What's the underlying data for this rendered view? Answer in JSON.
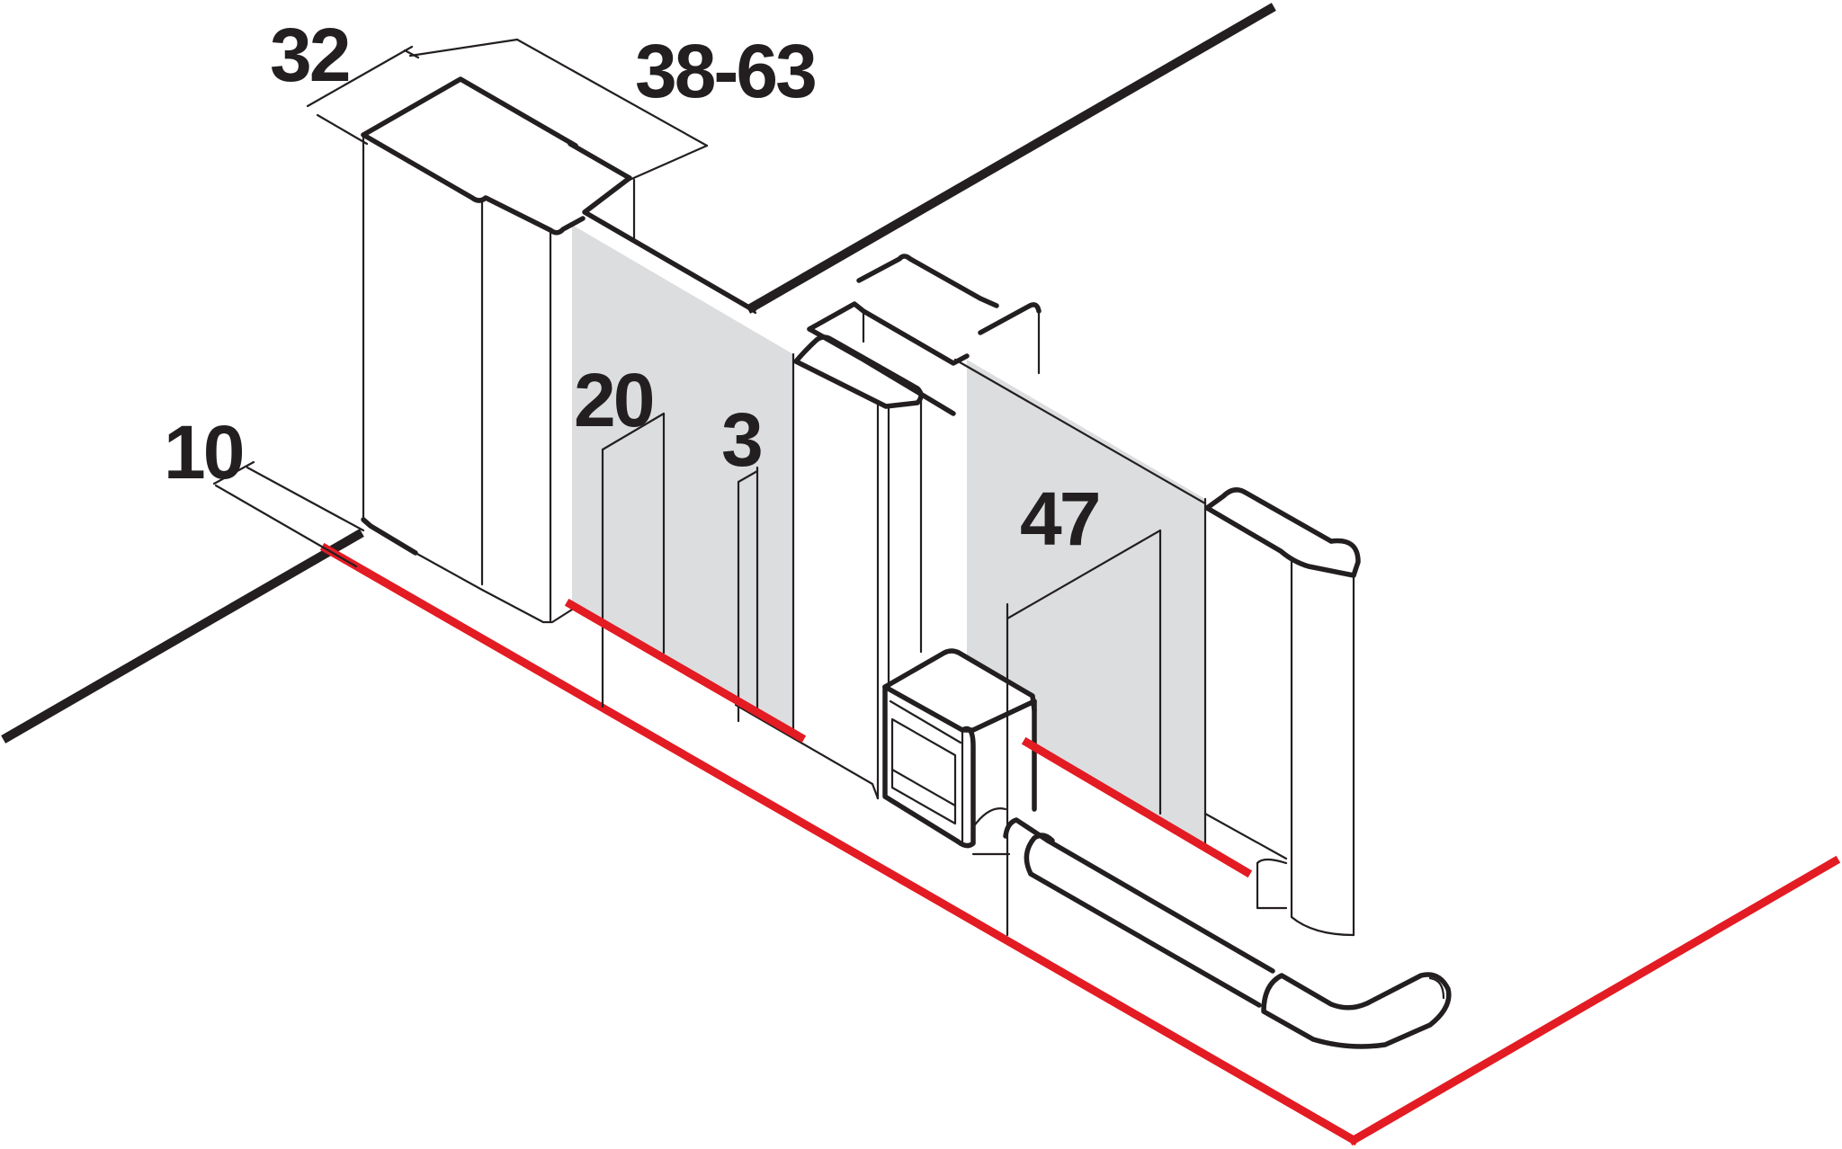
{
  "diagram": {
    "dimensions": {
      "frame_depth": "32",
      "adjustment_range": "38-63",
      "offset_left": "10",
      "panel_offset": "20",
      "gap": "3",
      "panel_depth": "47"
    },
    "colors": {
      "outline": "#231f20",
      "floor_line": "#e31b23",
      "glass": "#dcdddf",
      "background": "#ffffff"
    }
  }
}
